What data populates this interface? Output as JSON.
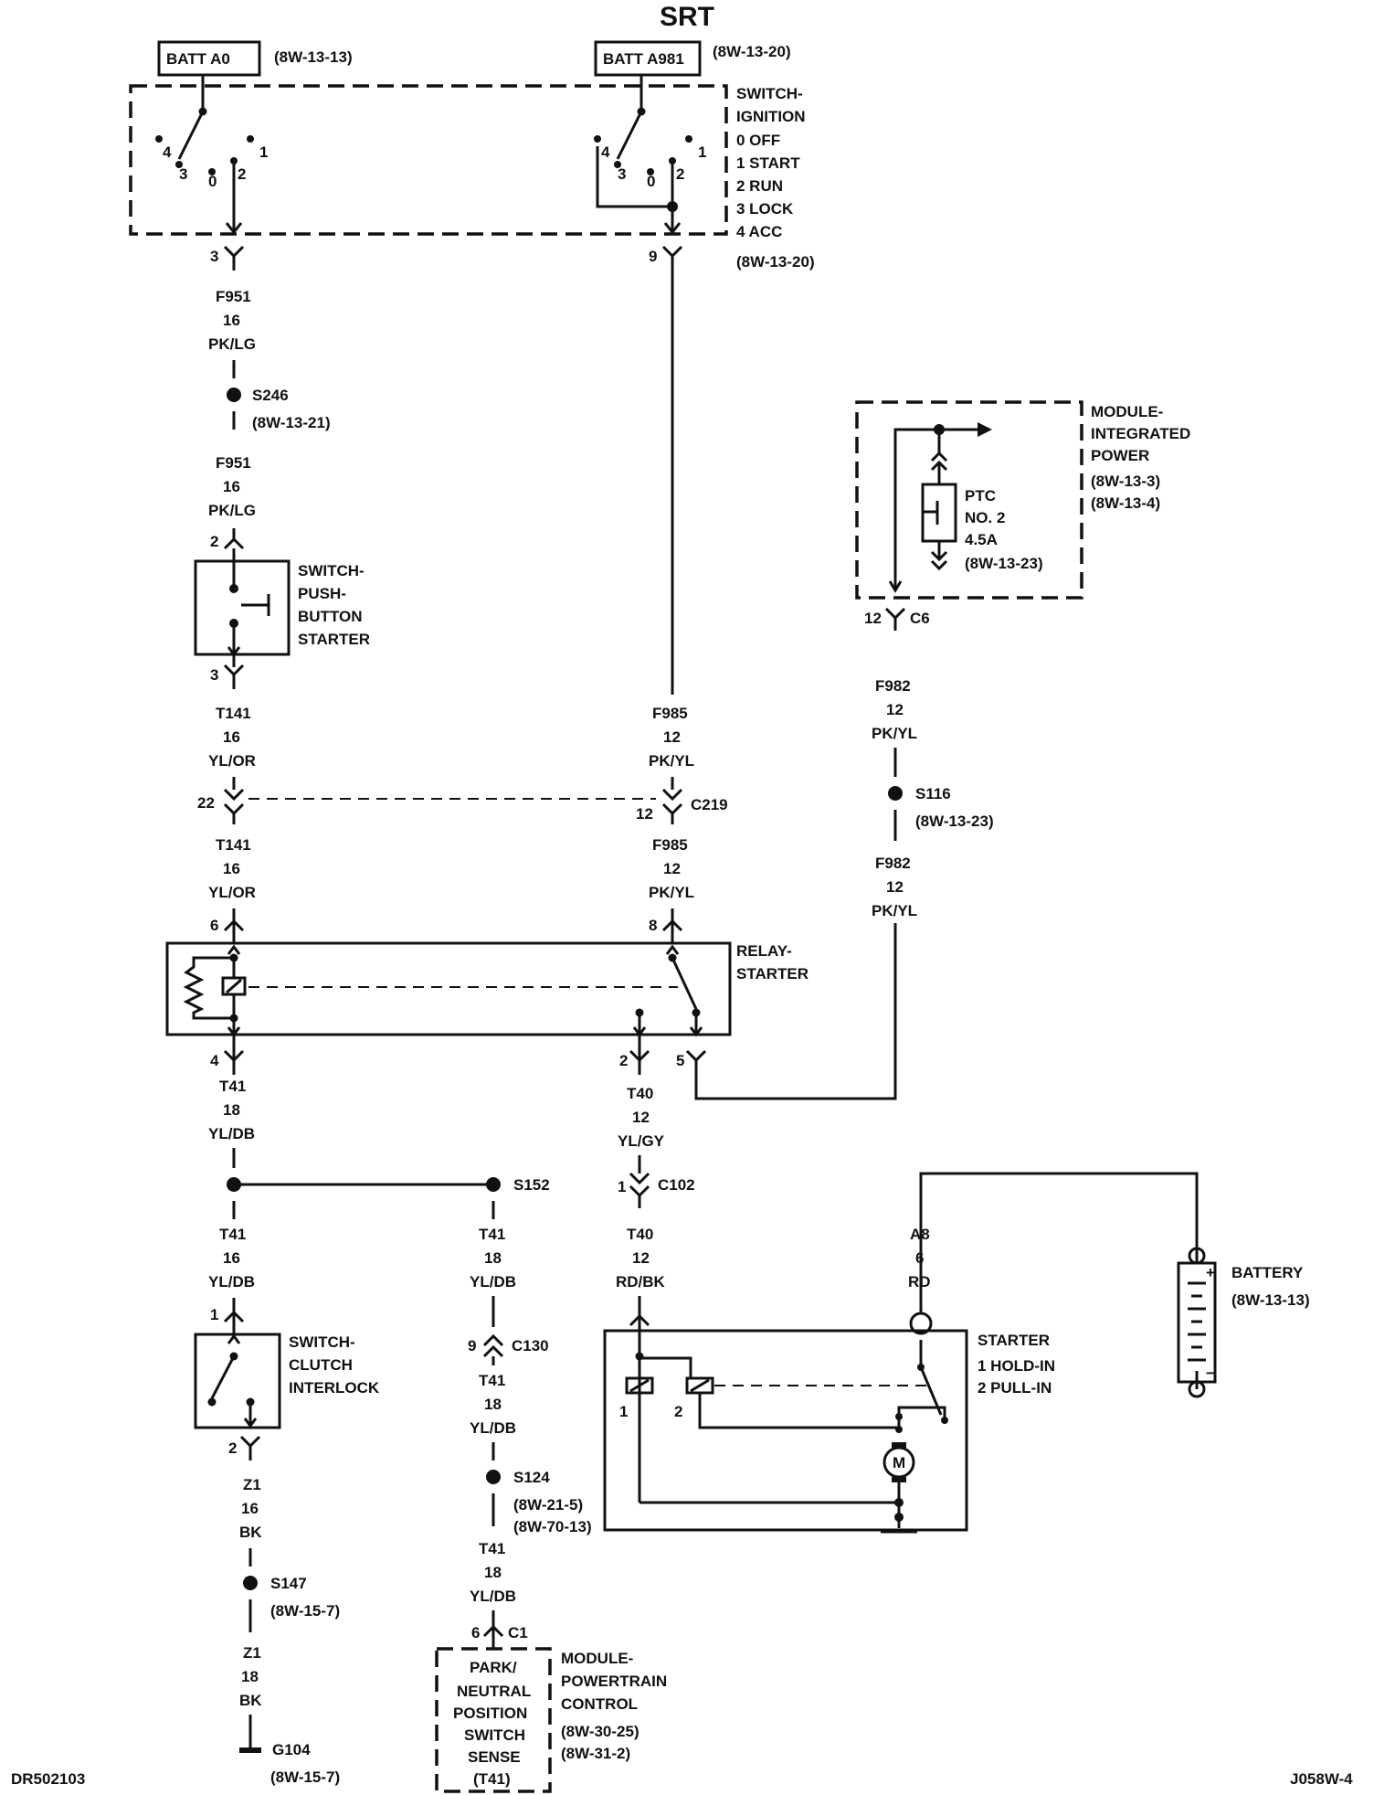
{
  "header": {
    "title": "SRT"
  },
  "batt_a0": {
    "label": "BATT A0",
    "ref": "(8W-13-13)"
  },
  "batt_a981": {
    "label": "BATT A981",
    "ref": "(8W-13-20)"
  },
  "ign_switch": {
    "title1": "SWITCH-",
    "title2": "IGNITION",
    "pos0": "0 OFF",
    "pos1": "1 START",
    "pos2": "2 RUN",
    "pos3": "3 LOCK",
    "pos4": "4 ACC",
    "ref": "(8W-13-20)",
    "n4": "4",
    "n3": "3",
    "n0": "0",
    "n2": "2",
    "n1": "1"
  },
  "pin_ign_3": "3",
  "pin_ign_9": "9",
  "wire_f951_a": {
    "circuit": "F951",
    "gauge": "16",
    "color": "PK/LG"
  },
  "s246": {
    "name": "S246",
    "ref": "(8W-13-21)"
  },
  "wire_f951_b": {
    "circuit": "F951",
    "gauge": "16",
    "color": "PK/LG"
  },
  "pin_push_2": "2",
  "push_switch": {
    "l1": "SWITCH-",
    "l2": "PUSH-",
    "l3": "BUTTON",
    "l4": "STARTER"
  },
  "pin_push_3": "3",
  "wire_t141_a": {
    "circuit": "T141",
    "gauge": "16",
    "color": "YL/OR"
  },
  "wire_f985_a": {
    "circuit": "F985",
    "gauge": "12",
    "color": "PK/YL"
  },
  "c219": {
    "pin_left": "22",
    "pin_right": "12",
    "name": "C219"
  },
  "wire_t141_b": {
    "circuit": "T141",
    "gauge": "16",
    "color": "YL/OR"
  },
  "wire_f985_b": {
    "circuit": "F985",
    "gauge": "12",
    "color": "PK/YL"
  },
  "ipm": {
    "title1": "MODULE-",
    "title2": "INTEGRATED",
    "title3": "POWER",
    "ref1": "(8W-13-3)",
    "ref2": "(8W-13-4)",
    "ptc1": "PTC",
    "ptc2": "NO. 2",
    "ptc3": "4.5A",
    "ptc_ref": "(8W-13-23)"
  },
  "c6": {
    "pin": "12",
    "name": "C6"
  },
  "wire_f982_a": {
    "circuit": "F982",
    "gauge": "12",
    "color": "PK/YL"
  },
  "s116": {
    "name": "S116",
    "ref": "(8W-13-23)"
  },
  "wire_f982_b": {
    "circuit": "F982",
    "gauge": "12",
    "color": "PK/YL"
  },
  "relay": {
    "title1": "RELAY-",
    "title2": "STARTER",
    "pin6": "6",
    "pin8": "8",
    "pin4": "4",
    "pin2": "2",
    "pin5": "5"
  },
  "wire_t41_a": {
    "circuit": "T41",
    "gauge": "18",
    "color": "YL/DB"
  },
  "wire_t40_a": {
    "circuit": "T40",
    "gauge": "12",
    "color": "YL/GY"
  },
  "c102": {
    "pin": "1",
    "name": "C102"
  },
  "s152": {
    "name": "S152"
  },
  "wire_t41_b": {
    "circuit": "T41",
    "gauge": "16",
    "color": "YL/DB"
  },
  "wire_t41_c": {
    "circuit": "T41",
    "gauge": "18",
    "color": "YL/DB"
  },
  "wire_t40_b": {
    "circuit": "T40",
    "gauge": "12",
    "color": "RD/BK"
  },
  "wire_a8": {
    "circuit": "A8",
    "gauge": "6",
    "color": "RD"
  },
  "battery": {
    "name": "BATTERY",
    "ref": "(8W-13-13)",
    "plus": "+",
    "minus": "−"
  },
  "pin_clutch_1": "1",
  "clutch": {
    "l1": "SWITCH-",
    "l2": "CLUTCH",
    "l3": "INTERLOCK"
  },
  "c130": {
    "pin": "9",
    "name": "C130"
  },
  "wire_t41_d": {
    "circuit": "T41",
    "gauge": "18",
    "color": "YL/DB"
  },
  "starter": {
    "title": "STARTER",
    "hold": "1 HOLD-IN",
    "pull": "2 PULL-IN",
    "n1": "1",
    "n2": "2",
    "motor": "M"
  },
  "pin_clutch_2": "2",
  "wire_z1_a": {
    "circuit": "Z1",
    "gauge": "16",
    "color": "BK"
  },
  "s124": {
    "name": "S124",
    "ref1": "(8W-21-5)",
    "ref2": "(8W-70-13)"
  },
  "s147": {
    "name": "S147",
    "ref": "(8W-15-7)"
  },
  "wire_t41_e": {
    "circuit": "T41",
    "gauge": "18",
    "color": "YL/DB"
  },
  "c1": {
    "pin": "6",
    "name": "C1"
  },
  "wire_z1_b": {
    "circuit": "Z1",
    "gauge": "18",
    "color": "BK"
  },
  "pcm": {
    "title1": "MODULE-",
    "title2": "POWERTRAIN",
    "title3": "CONTROL",
    "ref1": "(8W-30-25)",
    "ref2": "(8W-31-2)",
    "s1": "PARK/",
    "s2": "NEUTRAL",
    "s3": "POSITION",
    "s4": "SWITCH",
    "s5": "SENSE",
    "s6": "(T41)"
  },
  "g104": {
    "name": "G104",
    "ref": "(8W-15-7)"
  },
  "footer": {
    "left": "DR502103",
    "right": "J058W-4"
  }
}
